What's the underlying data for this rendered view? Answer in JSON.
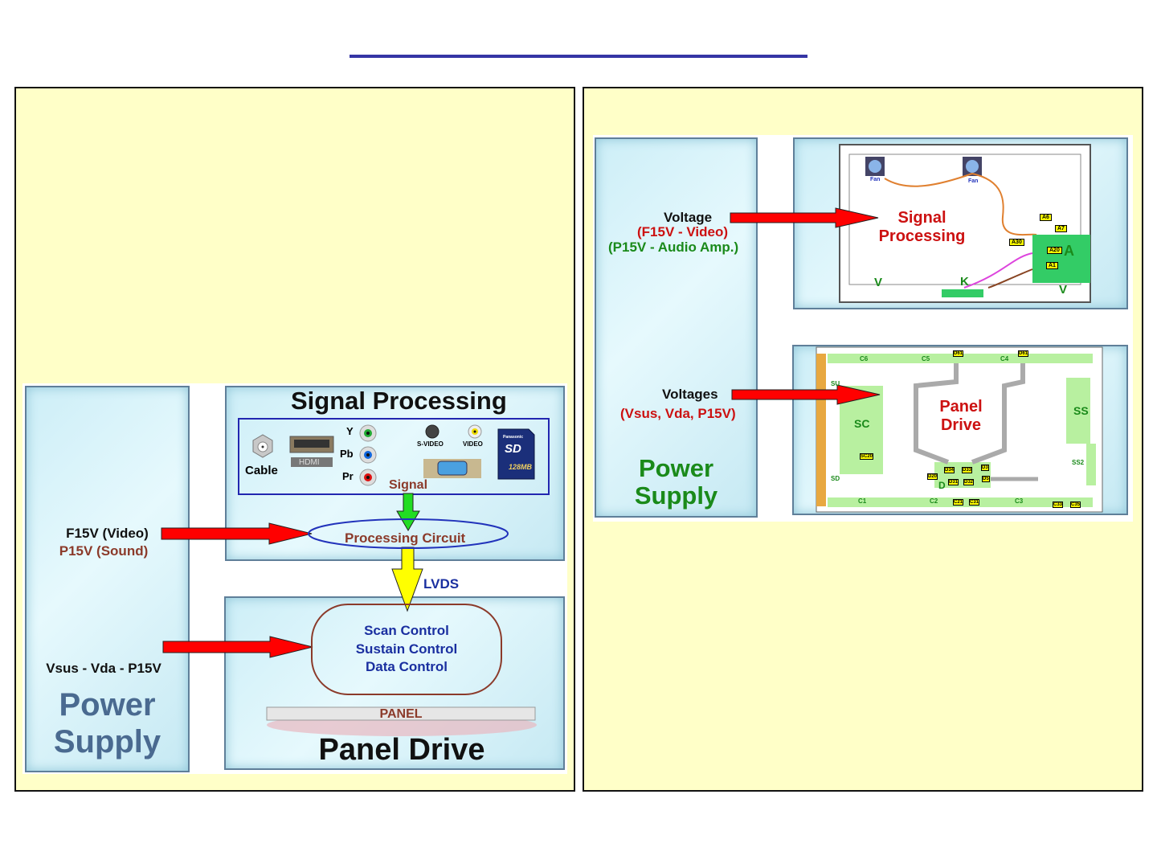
{
  "left_diagram": {
    "power_supply": {
      "title_line1": "Power",
      "title_line2": "Supply",
      "input1_line1": "F15V (Video)",
      "input1_line2": "P15V (Sound)",
      "input2": "Vsus - Vda - P15V"
    },
    "signal_processing": {
      "title": "Signal Processing",
      "connectors": {
        "cable": "Cable",
        "hdmi": "HDMI",
        "y": "Y",
        "pb": "Pb",
        "pr": "Pr",
        "svideo": "S-VIDEO",
        "video": "VIDEO",
        "sd_brand": "Panasonic",
        "sd_logo": "SD",
        "sd_capacity": "128MB"
      },
      "signal_label": "Signal",
      "processing_circuit": "Processing Circuit"
    },
    "lvds_label": "LVDS",
    "panel_drive": {
      "controls": [
        "Scan Control",
        "Sustain Control",
        "Data Control"
      ],
      "panel_label": "PANEL",
      "title": "Panel Drive"
    }
  },
  "right_diagram": {
    "power_supply": {
      "title_line1": "Power",
      "title_line2": "Supply",
      "voltage_label": "Voltage",
      "voltage_line1": "(F15V - Video)",
      "voltage_line2": "(P15V - Audio Amp.)",
      "voltages_label": "Voltages",
      "voltages_values": "(Vsus, Vda, P15V)"
    },
    "signal_board": {
      "title_line1": "Signal",
      "title_line2": "Processing",
      "fan1": "Fan",
      "fan2": "Fan",
      "board": "A",
      "tags": [
        "A6",
        "A7",
        "A30",
        "A20",
        "A1"
      ],
      "v_left": "V",
      "k": "K",
      "v_right": "V"
    },
    "panel_board": {
      "title_line1": "Panel",
      "title_line2": "Drive",
      "sc": "SC",
      "ss": "SS",
      "ss2": "SS2",
      "su": "SU",
      "sd": "SD",
      "d": "D",
      "top_labels": [
        "C6",
        "C5",
        "C4"
      ],
      "bottom_labels": [
        "C1",
        "C2",
        "C3"
      ],
      "tags": [
        "D61",
        "D61",
        "SC20",
        "D34",
        "D33",
        "D3",
        "D20",
        "D31",
        "D32",
        "D5",
        "C21",
        "C31",
        "C33",
        "C35"
      ]
    }
  },
  "colors": {
    "panel_bg": "#ffffc8",
    "title_line": "#3535a5",
    "arrow_red": "#ff0000",
    "arrow_green": "#22dd22",
    "arrow_yellow": "#ffff00",
    "dark_red": "#8b2d1e",
    "blue_text": "#1a2fa0",
    "green_text": "#1a8a1a",
    "red_text": "#cc1111"
  }
}
